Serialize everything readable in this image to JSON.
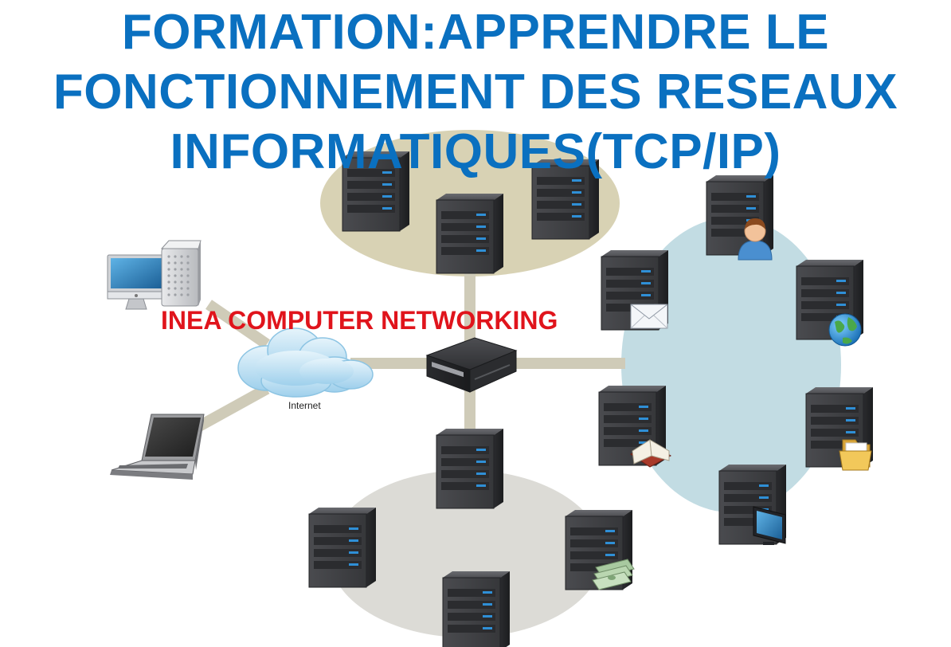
{
  "title": {
    "line1": "FORMATION:APPRENDRE LE",
    "line2": "FONCTIONNEMENT DES RESEAUX",
    "line3": "INFORMATIQUES(TCP/IP)"
  },
  "subtitle": "INEA COMPUTER NETWORKING",
  "internet_label": "Internet",
  "colors": {
    "title": "#0a70c0",
    "subtitle": "#e0141c",
    "link": "#cfcbb8",
    "top_cluster": "#d8d2b4",
    "right_cluster": "#c2dce3",
    "bottom_cluster": "#dcdbd6",
    "server_body": "#3c3d40",
    "server_led": "#2f8fd6"
  },
  "icons": [
    "desktop-computer-icon",
    "laptop-icon",
    "cloud-icon",
    "network-switch-icon",
    "server-icon",
    "user-icon",
    "globe-icon",
    "mail-icon",
    "book-icon",
    "folder-icon",
    "monitor-icon",
    "money-icon"
  ]
}
